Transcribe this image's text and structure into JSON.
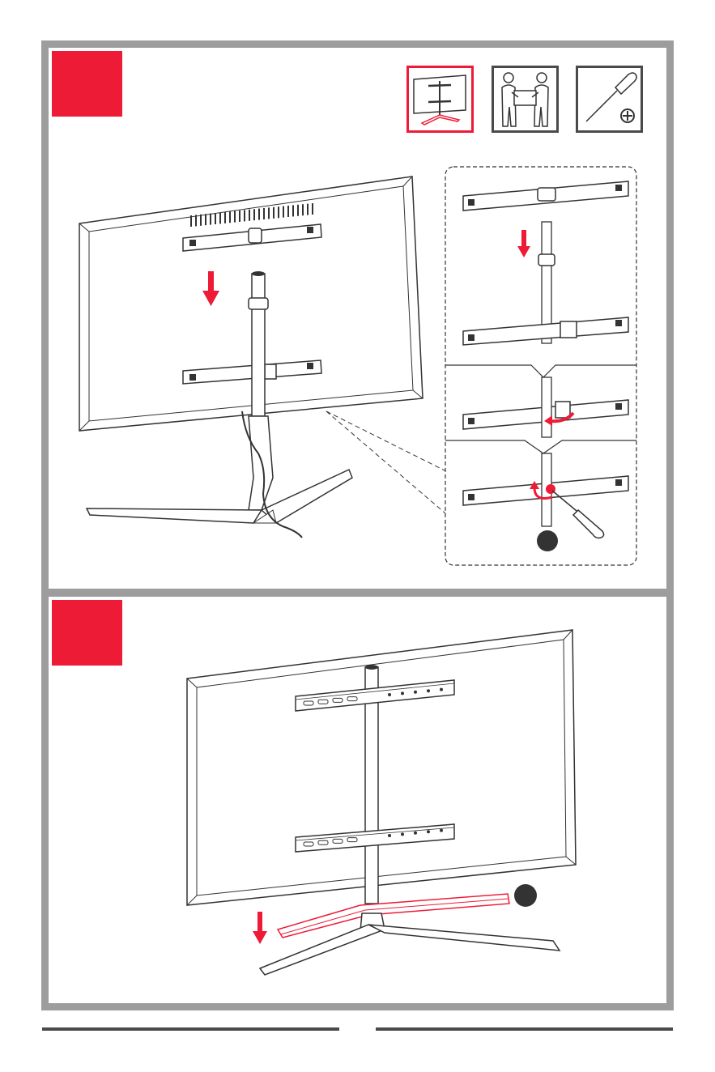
{
  "colors": {
    "accent": "#ee1b37",
    "frame": "#9d9d9d",
    "line": "#333333",
    "footer": "#4a4a4a"
  },
  "step_1": {
    "requirement_icons": [
      {
        "name": "tv-on-stand-icon",
        "selected": true
      },
      {
        "name": "two-person-lift-icon",
        "selected": false
      },
      {
        "name": "phillips-screwdriver-icon",
        "selected": false
      }
    ],
    "detail_views": [
      "slide-pole-into-bracket",
      "close-clamp",
      "tighten-screw"
    ]
  },
  "step_2": {
    "highlighted_part": "stand-base"
  }
}
